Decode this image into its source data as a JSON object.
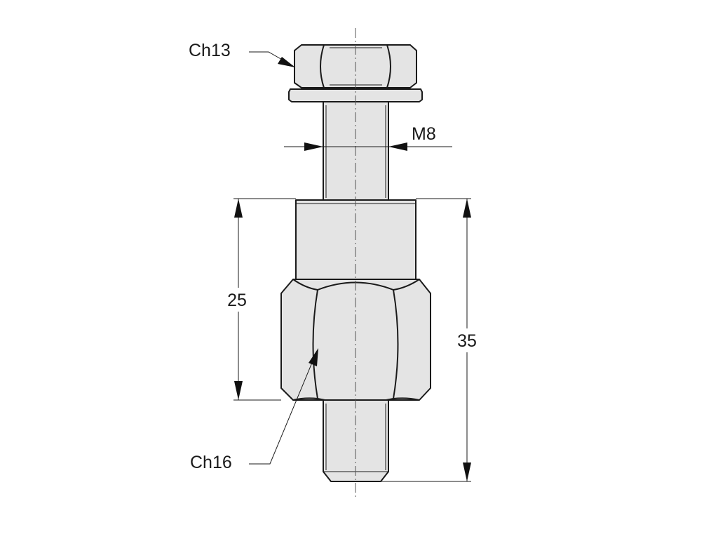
{
  "labels": {
    "head_hex": "Ch13",
    "thread": "M8",
    "body_length": "25",
    "total_length": "35",
    "body_hex": "Ch16"
  },
  "colors": {
    "part_fill": "#e4e4e4",
    "line": "#1a1a1a"
  }
}
